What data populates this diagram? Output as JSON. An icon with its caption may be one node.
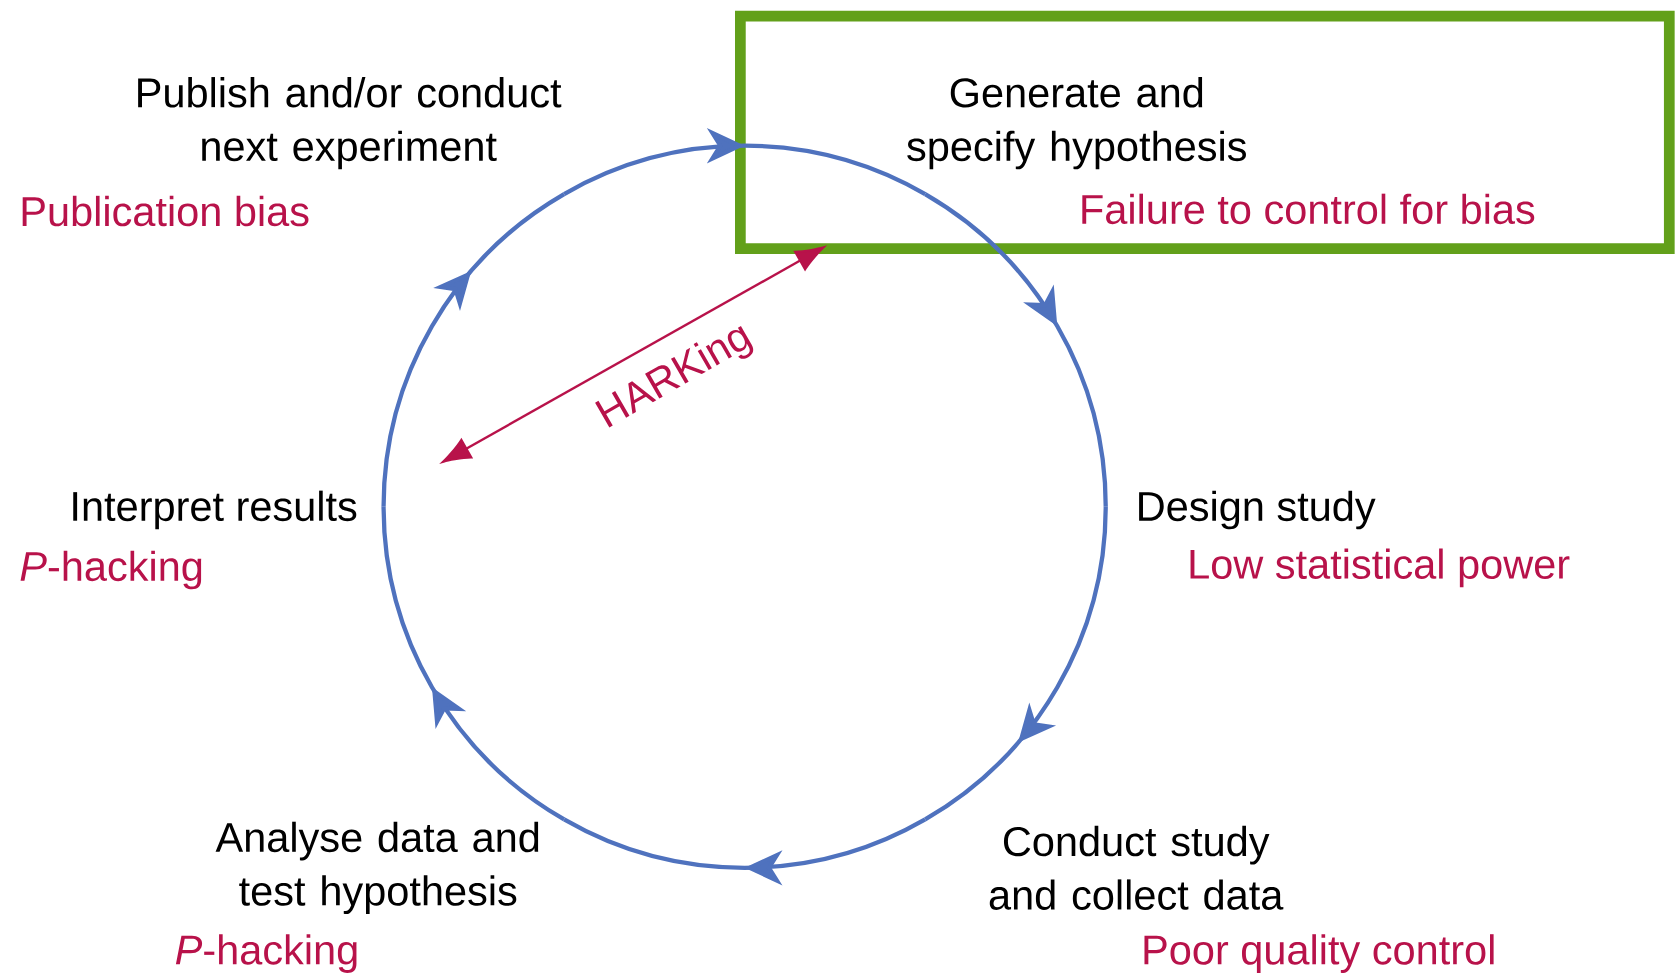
{
  "diagram": {
    "nodes": [
      {
        "text": [
          "Generate and specify hypothesis",
          "Failure to control for bias"
        ]
      },
      {
        "text": [
          "Design study"
        ],
        "beside": [
          "Low statistical power"
        ]
      },
      {
        "text": [
          "Conduct study and collect data"
        ],
        "beside": [
          "Poor quality control"
        ]
      },
      {
        "text": [
          "Analyse data and test hypothesis"
        ],
        "beside": [
          "*P*-hacking"
        ]
      },
      {
        "text": [
          "Interpret results"
        ],
        "beside": [
          "*P*-hacking"
        ]
      },
      {
        "text": [
          "Publish and/or conduct next experiment"
        ],
        "beside": [
          "Publication bias"
        ]
      }
    ],
    "edges": [
      {
        "from": 0,
        "to": 1,
        "arrow": "to"
      },
      {
        "from": 1,
        "to": 2,
        "arrow": "to"
      },
      {
        "from": 2,
        "to": 3,
        "arrow": "to"
      },
      {
        "from": 3,
        "to": 4,
        "arrow": "to"
      },
      {
        "from": 4,
        "to": 5,
        "arrow": "to"
      },
      {
        "from": 5,
        "to": 0,
        "arrow": "to"
      },
      {
        "from": 4,
        "to": 0,
        "arrow": "both",
        "label": "HARKing",
        "color": "#b8124a"
      }
    ]
  }
}
